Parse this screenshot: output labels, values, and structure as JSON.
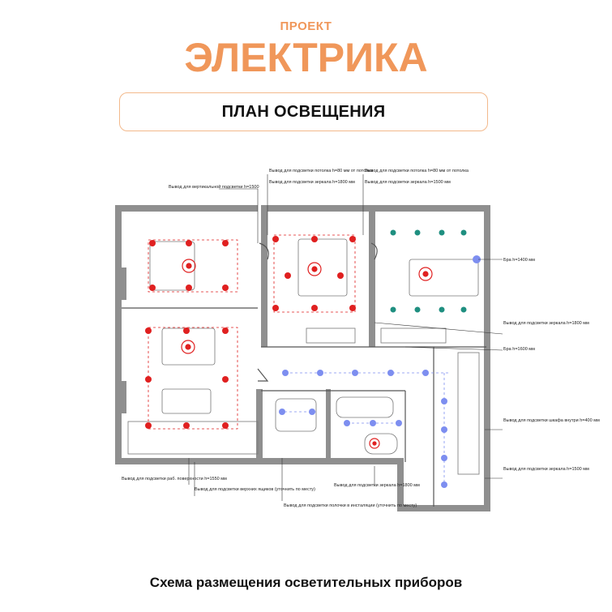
{
  "header": {
    "kicker": "ПРОЕКТ",
    "title": "ЭЛЕКТРИКА",
    "subtitle": "ПЛАН ОСВЕЩЕНИЯ"
  },
  "footer": {
    "caption": "Схема размещения осветительных приборов"
  },
  "colors": {
    "accent": "#f0975a",
    "banner_border": "#f3b98c",
    "wall": "#8f8f8f",
    "light_red": "#e02020",
    "light_blue": "#7d8ef0",
    "light_teal": "#1f8f80"
  },
  "annotations": {
    "a1": "Вывод для вертикальной подсветки h=1500",
    "a2": "Вывод для подсветки потолка h=80 мм от потолка",
    "a3": "Вывод для подсветки зеркала h=1800 мм",
    "a4": "Вывод для подсветки потолка h=80 мм от потолка",
    "a5": "Вывод для подсветки зеркала h=1500 мм",
    "a6": "Бра h=1400 мм",
    "a7": "Вывод для подсветки зеркала h=1800 мм",
    "a8": "Бра h=1600 мм",
    "a9": "Вывод для подсветки шкафа внутри h=400 мм",
    "a10": "Вывод для подсветки зеркала h=1500 мм",
    "a11": "Вывод для подсветки раб. поверхности h=1550 мм",
    "a12": "Вывод для подсветки верхних ящиков (уточнить по месту)",
    "a13": "Вывод для подсветки полочки в инсталяции (уточнить по месту)",
    "a14": "Вывод для подсветки зеркала h=1800 мм"
  }
}
